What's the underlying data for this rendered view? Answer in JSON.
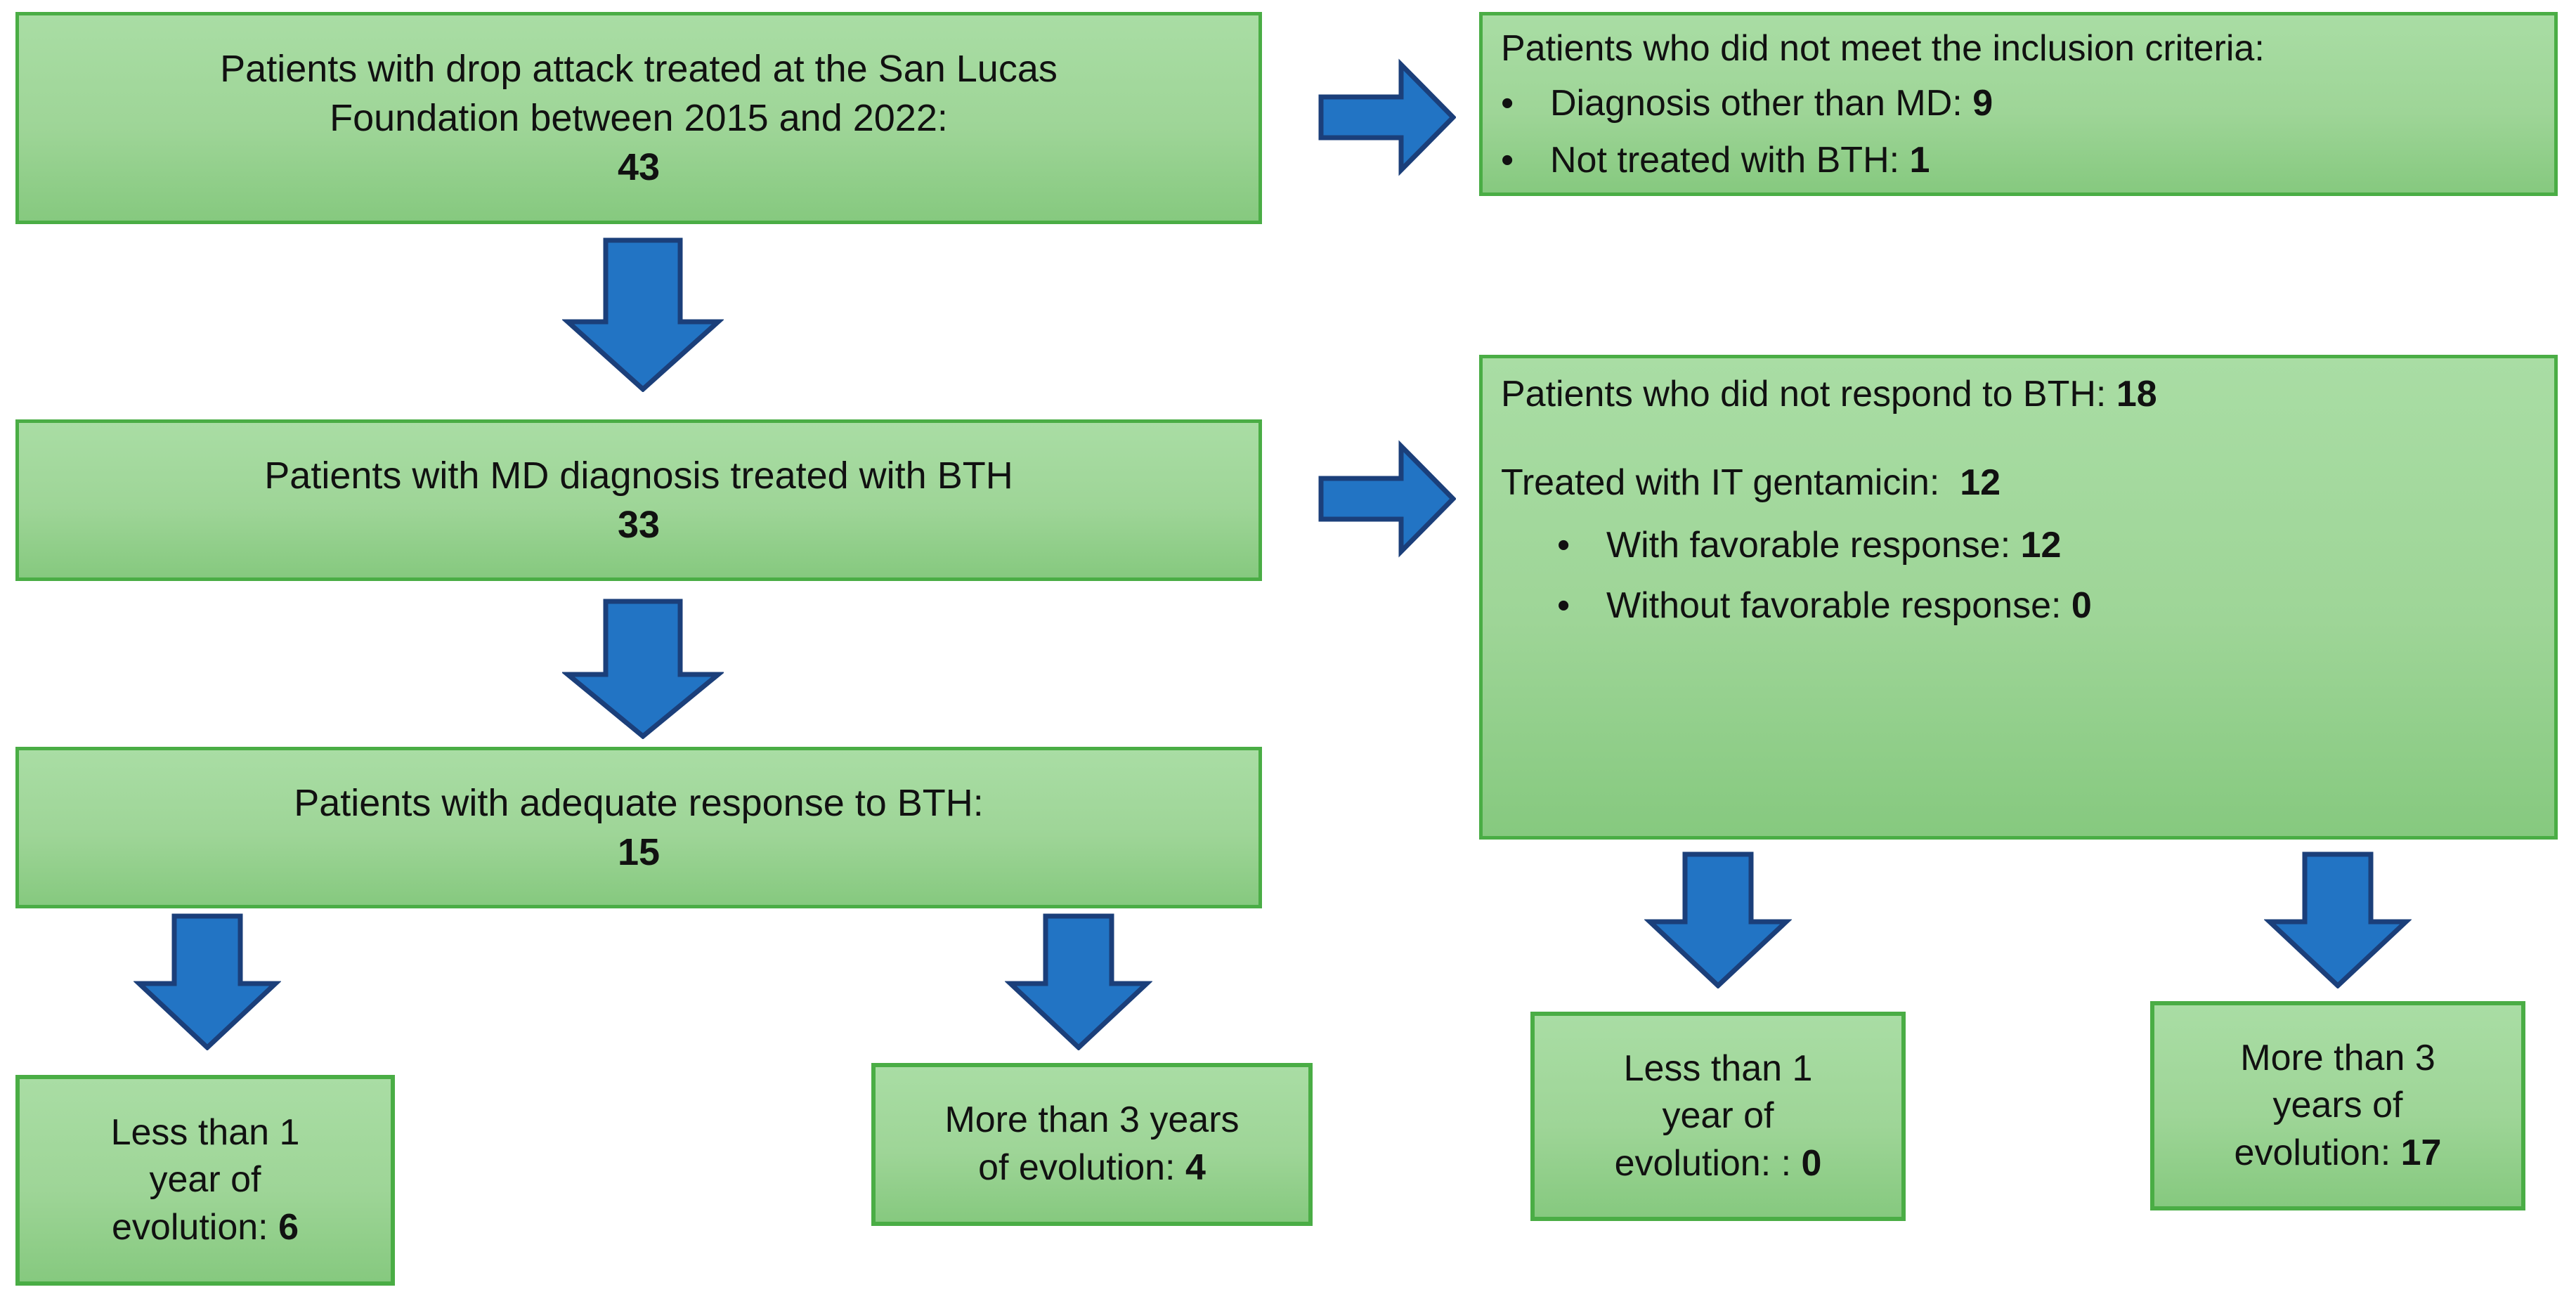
{
  "diagram": {
    "title": "Patient flow diagram",
    "colors": {
      "box_fill_top": "#a9dda4",
      "box_fill_bottom": "#86c97f",
      "box_border": "#4aad45",
      "arrow_fill": "#2274c4",
      "arrow_stroke": "#1b3f7a",
      "text": "#111111",
      "background": "#ffffff"
    }
  },
  "nodes": {
    "screened": {
      "line1": "Patients with drop attack treated at the San Lucas",
      "line2": "Foundation between 2015 and 2022:",
      "count": "43"
    },
    "excluded": {
      "heading": "Patients who did not meet the inclusion criteria:",
      "bullets": [
        {
          "marker": "•",
          "label": "Diagnosis other than MD: ",
          "value": "9"
        },
        {
          "marker": "•",
          "label": "Not treated with BTH: ",
          "value": "1"
        }
      ]
    },
    "included": {
      "line1": "Patients with MD diagnosis treated with BTH",
      "count": "33"
    },
    "nonresponders": {
      "heading_label": "Patients who did not respond to BTH: ",
      "heading_value": "18",
      "gentamicin_label": "Treated with IT gentamicin:  ",
      "gentamicin_value": "12",
      "bullets": [
        {
          "marker": "•",
          "label": "With favorable response: ",
          "value": "12"
        },
        {
          "marker": "•",
          "label": "Without favorable response: ",
          "value": "0"
        }
      ]
    },
    "responders": {
      "line1": "Patients with adequate response to BTH:",
      "count": "15"
    },
    "resp_less1": {
      "line1": "Less than 1",
      "line2": "year of",
      "line3_label": "evolution: ",
      "line3_value": "6"
    },
    "resp_more3": {
      "line1": "More than 3 years",
      "line2_label": "of evolution: ",
      "line2_value": "4"
    },
    "gent_less1": {
      "line1": "Less than 1",
      "line2": "year of",
      "line3_label": "evolution: : ",
      "line3_value": "0"
    },
    "gent_more3": {
      "line1": "More than 3",
      "line2": "years of",
      "line3_label": "evolution: ",
      "line3_value": "17"
    }
  },
  "arrows": [
    {
      "name": "screened-to-excluded",
      "direction": "right"
    },
    {
      "name": "screened-to-included",
      "direction": "down"
    },
    {
      "name": "included-to-nonresponders",
      "direction": "right"
    },
    {
      "name": "included-to-responders",
      "direction": "down"
    },
    {
      "name": "responders-to-less1",
      "direction": "down"
    },
    {
      "name": "responders-to-more3",
      "direction": "down"
    },
    {
      "name": "nonresponders-to-less1",
      "direction": "down"
    },
    {
      "name": "nonresponders-to-more3",
      "direction": "down"
    }
  ]
}
